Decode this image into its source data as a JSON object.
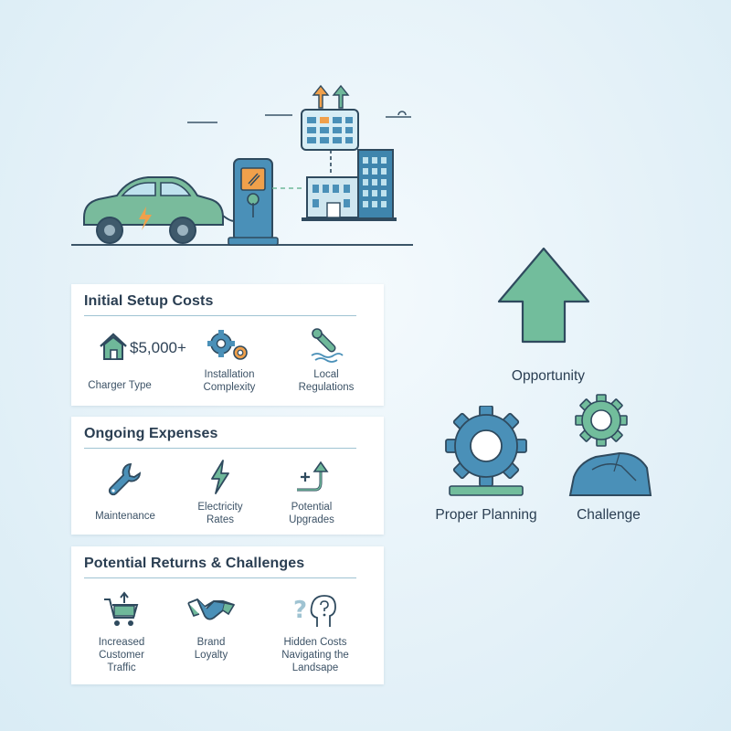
{
  "sections": [
    {
      "title": "Initial Setup Costs",
      "items": [
        {
          "icon": "house-icon",
          "label": "Charger Type",
          "value": "$5,000+"
        },
        {
          "icon": "gears-icon",
          "label": "Installation\nComplexity"
        },
        {
          "icon": "scroll-icon",
          "label": "Local\nRegulations"
        }
      ]
    },
    {
      "title": "Ongoing Expenses",
      "items": [
        {
          "icon": "wrench-icon",
          "label": "Maintenance"
        },
        {
          "icon": "lightning-icon",
          "label": "Electricity\nRates"
        },
        {
          "icon": "upgrade-arrow-icon",
          "label": "Potential\nUpgrades"
        }
      ]
    },
    {
      "title": "Potential Returns & Challenges",
      "items": [
        {
          "icon": "cart-icon",
          "label": "Increased\nCustomer\nTraffic"
        },
        {
          "icon": "handshake-icon",
          "label": "Brand\nLoyalty"
        },
        {
          "icon": "question-head-icon",
          "label": "Hidden Costs\nNavigating the\nLandsape"
        }
      ]
    }
  ],
  "right": {
    "opportunity": "Opportunity",
    "planning": "Proper Planning",
    "challenge": "Challenge"
  },
  "colors": {
    "teal": "#6fb89a",
    "blue": "#4a90b8",
    "orange": "#f0a04b",
    "dark": "#2f4a5e"
  }
}
